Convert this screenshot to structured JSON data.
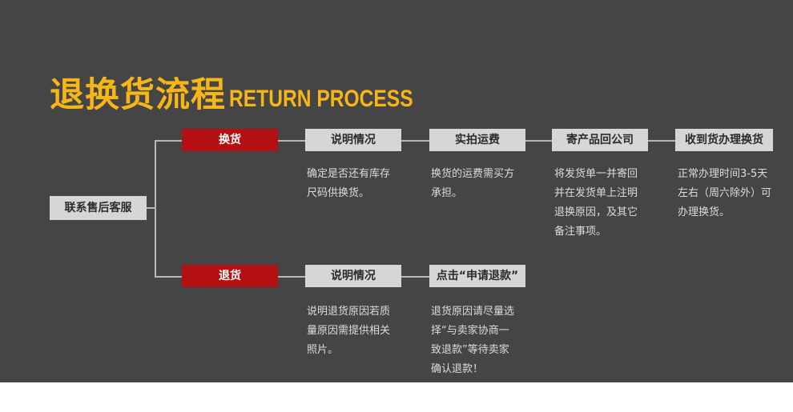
{
  "title": {
    "cn": "退换货流程",
    "en": "RETURN PROCESS"
  },
  "start": {
    "label": "联系售后客服"
  },
  "exchange": {
    "tag": "换货",
    "steps": [
      {
        "label": "说明情况",
        "desc": [
          "确定是否还有库存",
          "尺码供换货。"
        ]
      },
      {
        "label": "实拍运费",
        "desc": [
          "换货的运费需买方",
          "承担。"
        ]
      },
      {
        "label": "寄产品回公司",
        "desc": [
          "将发货单一并寄回",
          "并在发货单上注明",
          "退换原因，及其它",
          "备注事项。"
        ]
      },
      {
        "label": "收到货办理换货",
        "desc": [
          "正常办理时间3-5天",
          "左右（周六除外）可",
          "办理换货。"
        ]
      }
    ]
  },
  "refund": {
    "tag": "退货",
    "steps": [
      {
        "label": "说明情况",
        "desc": [
          "说明退货原因若质",
          "量原因需提供相关",
          "照片。"
        ]
      },
      {
        "label": "点击“申请退款”",
        "desc": [
          "退货原因请尽量选",
          "择“与卖家协商一",
          "致退款”等待卖家",
          "确认退款！"
        ]
      }
    ]
  },
  "colors": {
    "panel": "#454545",
    "title": "#f7b618",
    "tag": "#b40f12",
    "box": "#d6d6d6"
  }
}
